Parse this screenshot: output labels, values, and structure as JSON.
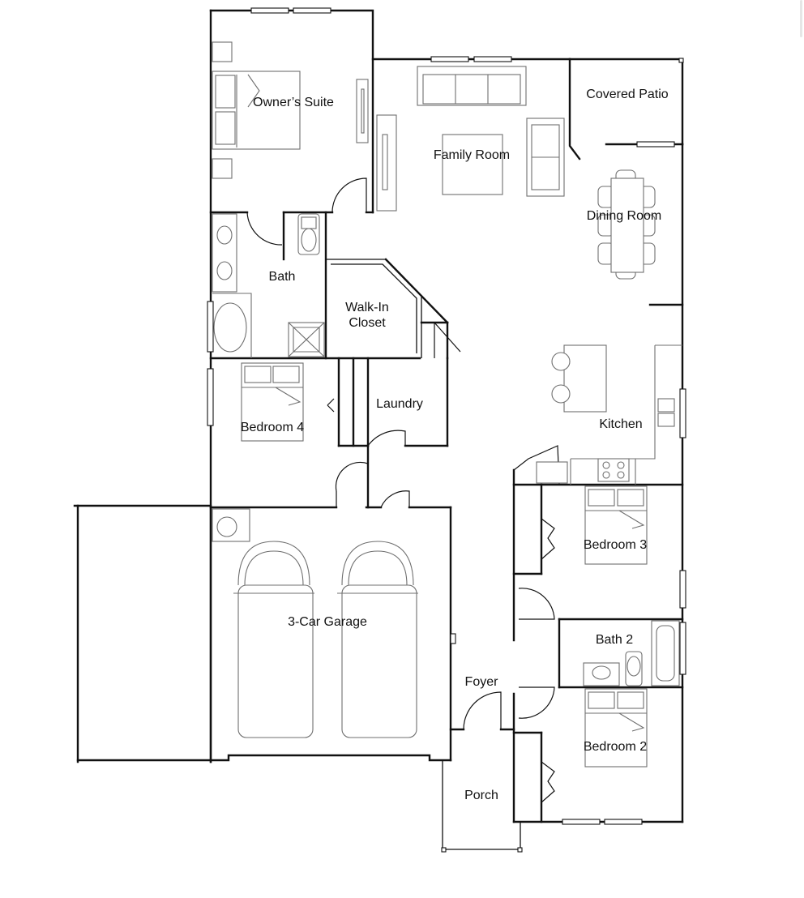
{
  "rooms": {
    "owners_suite": "Owner’s Suite",
    "family_room": "Family Room",
    "covered_patio": "Covered Patio",
    "dining_room": "Dining Room",
    "bath": "Bath",
    "walk_in_closet_1": "Walk-In",
    "walk_in_closet_2": "Closet",
    "laundry": "Laundry",
    "bedroom_4": "Bedroom 4",
    "kitchen": "Kitchen",
    "bedroom_3": "Bedroom 3",
    "garage": "3-Car Garage",
    "bath_2": "Bath 2",
    "foyer": "Foyer",
    "bedroom_2": "Bedroom 2",
    "porch": "Porch"
  }
}
